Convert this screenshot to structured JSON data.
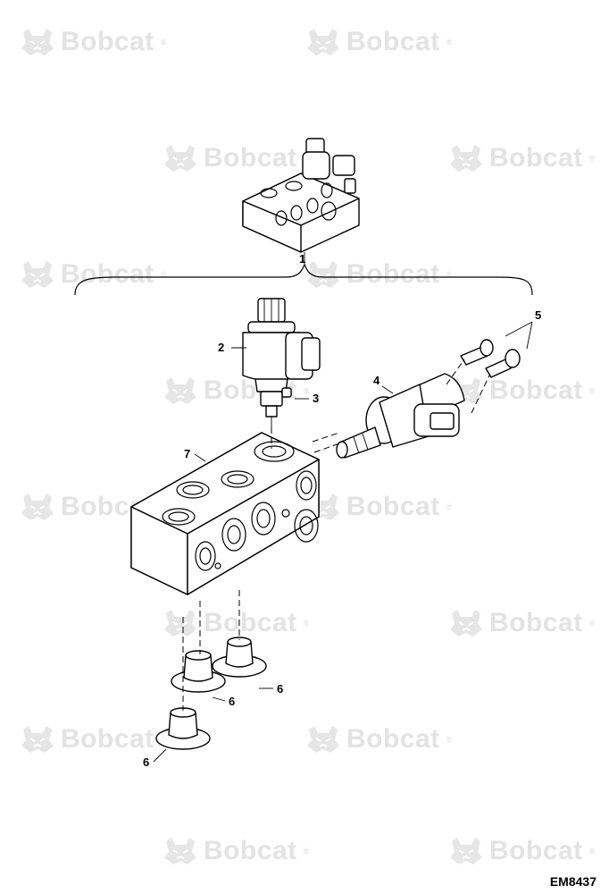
{
  "watermark": {
    "text": "Bobcat",
    "registered": "®"
  },
  "callouts": {
    "assembly": "1",
    "solenoid_valve": "2",
    "fitting": "3",
    "coil_valve": "4",
    "bolts": "5",
    "plug_a": "6",
    "plug_b": "6",
    "plug_c": "6",
    "manifold_block": "7"
  },
  "figure_ref": "EM8437",
  "colors": {
    "line": "#000000",
    "watermark": "#e3e3e3",
    "background": "#ffffff"
  }
}
